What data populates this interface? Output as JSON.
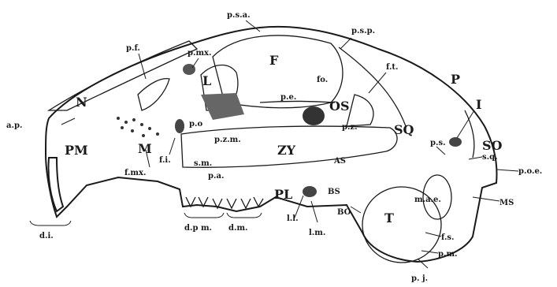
{
  "labels": {
    "psa": "p.s.a.",
    "psp": "p.s.p.",
    "pmx": "p.mx.",
    "pf": "p.f.",
    "F": "F",
    "ft": "f.t.",
    "L": "L",
    "fo": "fo.",
    "P": "P",
    "N": "N",
    "pe": "p.e.",
    "OS": "OS",
    "I": "I",
    "ap": "a.p.",
    "po": "p.o",
    "pz": "p.z.",
    "SQ": "SQ",
    "ps": "p.s.",
    "SO": "SO",
    "PM": "PM",
    "M": "M",
    "pzm": "p.z.m.",
    "ZY": "ZY",
    "sq": "s.q.",
    "fi": "f.i.",
    "sm": "s.m.",
    "AS": "AS",
    "poe": "p.o.e.",
    "fmx": "f.mx.",
    "pa": "p.a.",
    "PL": "PL",
    "BS": "BS",
    "mae": "m.a.e.",
    "MS": "MS",
    "BO": "BO",
    "ll": "l.l.",
    "T": "T",
    "dpm": "d.p m.",
    "dm": "d.m.",
    "lm": "l.m.",
    "fs": "f.s.",
    "di": "d.i.",
    "pm": "p.m.",
    "pj": "p. j."
  }
}
